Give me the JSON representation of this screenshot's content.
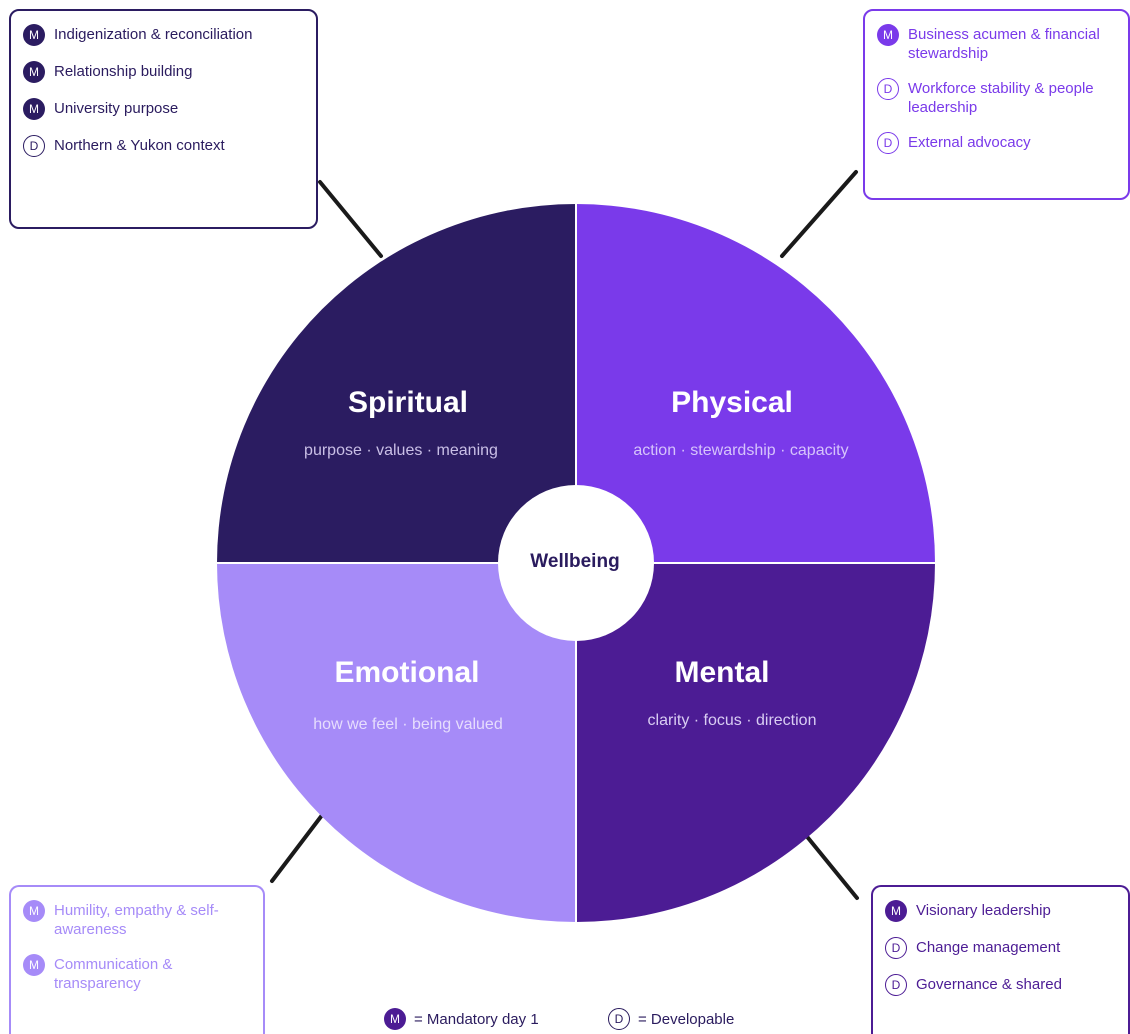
{
  "colors": {
    "spiritual": "#2b1c61",
    "physical": "#7a3aea",
    "mental": "#4c1c94",
    "emotional": "#a68bf8",
    "dark_text": "#2a1b5e"
  },
  "center": {
    "label": "Wellbeing"
  },
  "quadrants": {
    "spiritual": {
      "title": "Spiritual",
      "subtitle": "purpose · values · meaning"
    },
    "physical": {
      "title": "Physical",
      "subtitle": "action · stewardship · capacity"
    },
    "emotional": {
      "title": "Emotional",
      "subtitle": "how we feel · being valued"
    },
    "mental": {
      "title": "Mental",
      "subtitle": "clarity · focus · direction"
    }
  },
  "boxes": {
    "spiritual": {
      "items": [
        {
          "badge": "M",
          "label": "Indigenization & reconciliation"
        },
        {
          "badge": "M",
          "label": "Relationship building"
        },
        {
          "badge": "M",
          "label": "University purpose"
        },
        {
          "badge": "D",
          "label": "Northern & Yukon context"
        }
      ]
    },
    "physical": {
      "items": [
        {
          "badge": "M",
          "label": "Business acumen & financial stewardship"
        },
        {
          "badge": "D",
          "label": "Workforce stability & people leadership"
        },
        {
          "badge": "D",
          "label": "External advocacy"
        }
      ]
    },
    "emotional": {
      "items": [
        {
          "badge": "M",
          "label": "Humility, empathy & self-awareness"
        },
        {
          "badge": "M",
          "label": "Communication & transparency"
        }
      ]
    },
    "mental": {
      "items": [
        {
          "badge": "M",
          "label": "Visionary leadership"
        },
        {
          "badge": "D",
          "label": "Change management"
        },
        {
          "badge": "D",
          "label": "Governance & shared"
        }
      ]
    }
  },
  "legend": {
    "mandatory_badge": "M",
    "mandatory_text": "= Mandatory day 1",
    "developable_badge": "D",
    "developable_text": "= Developable"
  }
}
